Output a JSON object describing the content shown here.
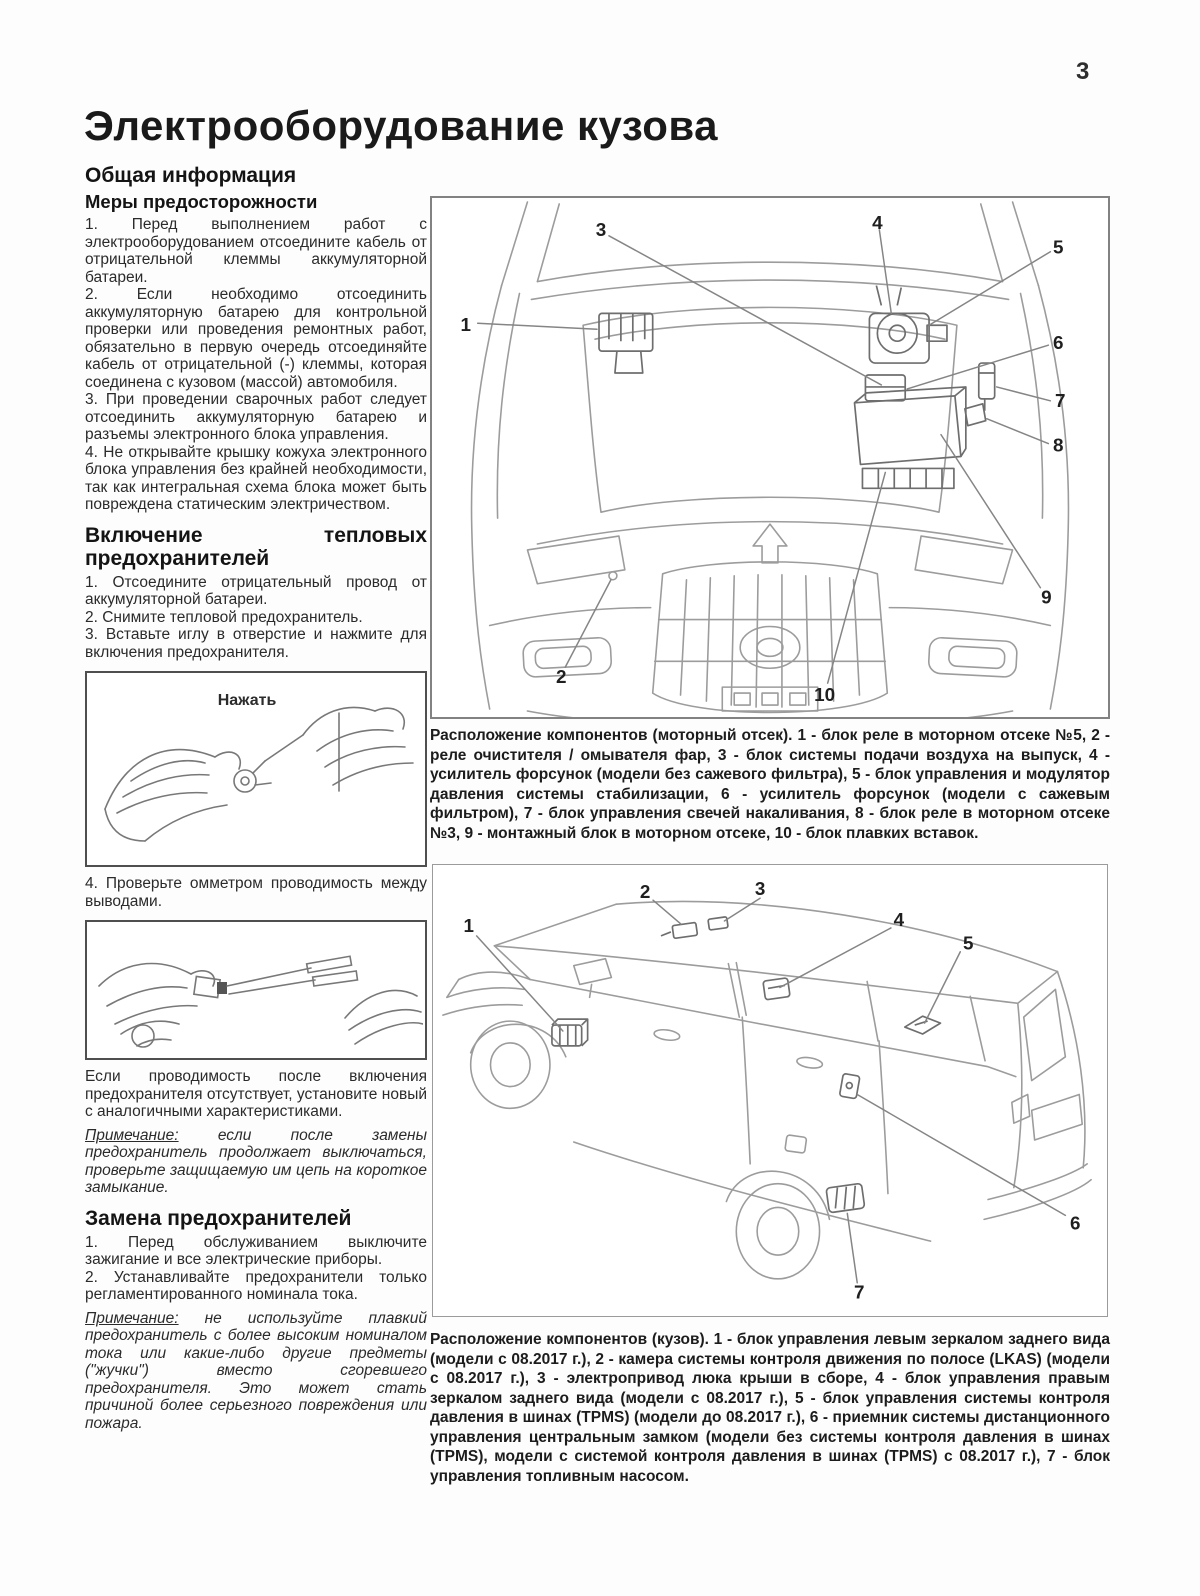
{
  "page_number": "3",
  "title": "Электрооборудование кузова",
  "left_column": {
    "general_heading": "Общая информация",
    "precautions_heading": "Меры предосторожности",
    "precautions": [
      "1. Перед выполнением работ с электрооборудованием отсоедините кабель от отрицательной клеммы аккумуляторной батареи.",
      "2. Если необходимо отсоединить аккумуляторную батарею для контрольной проверки или проведения ремонтных работ, обязательно в первую очередь отсоединяйте кабель от отрицательной (-) клеммы, которая соединена с кузовом (массой) автомобиля.",
      "3. При проведении сварочных работ следует отсоединить аккумуляторную батарею и разъемы электронного блока управления.",
      "4. Не открывайте крышку кожуха электронного блока управления без крайней необходимости, так как интегральная схема блока может быть повреждена статическим электричеством."
    ],
    "thermal_heading": "Включение тепловых предохранителей",
    "thermal_steps": [
      "1. Отсоедините отрицательный провод от аккумуляторной батареи.",
      "2. Снимите тепловой предохранитель.",
      "3. Вставьте иглу в отверстие и нажмите для включения предохранителя."
    ],
    "press_label": "Нажать",
    "step4": "4. Проверьте омметром проводимость между выводами.",
    "conductivity_text": "Если проводимость после включения предохранителя отсутствует, установите новый с аналогичными характеристиками.",
    "note1_label": "Примечание:",
    "note1_text": " если после замены предохранитель продолжает выключаться, проверьте защищаемую им цепь на короткое замыкание.",
    "replace_heading": "Замена предохранителей",
    "fuse_steps": [
      "1. Перед обслуживанием выключите зажигание и все электрические приборы.",
      "2. Устанавливайте предохранители только регламентированного номинала тока."
    ],
    "note2_label": "Примечание:",
    "note2_text": " не используйте плавкий предохранитель с более высоким номиналом тока или какие-либо другие предметы (\"жучки\") вместо сгоревшего предохранителя. Это может стать причиной более серьезного повреждения или пожара."
  },
  "figure1": {
    "caption": "Расположение компонентов (моторный отсек). 1 - блок реле в моторном отсеке №5, 2 - реле очистителя / омывателя фар, 3 - блок системы подачи воздуха на выпуск, 4 - усилитель форсунок (модели без сажевого фильтра), 5 - блок управления и модулятор давления системы стабилизации, 6 - усилитель форсунок (модели с сажевым фильтром), 7 - блок управления свечей накаливания, 8 - блок реле в моторном отсеке №3, 9 - монтажный блок в моторном отсеке, 10 - блок плавких вставок.",
    "callouts": [
      "1",
      "2",
      "3",
      "4",
      "5",
      "6",
      "7",
      "8",
      "9",
      "10"
    ]
  },
  "figure2": {
    "caption": "Расположение компонентов (кузов). 1 - блок управления левым зеркалом заднего вида (модели с 08.2017 г.), 2 - камера системы контроля движения по полосе (LKAS) (модели с 08.2017 г.), 3 - электропривод люка крыши в сборе, 4 - блок управления правым зеркалом заднего вида (модели с 08.2017 г.), 5 - блок управления системы контроля давления в шинах (TPMS) (модели до 08.2017 г.), 6 - приемник системы дистанционного управления центральным замком (модели без системы контроля давления в шинах (TPMS), модели с системой контроля давления в шинах (TPMS) с 08.2017 г.), 7 - блок управления топливным насосом.",
    "callouts": [
      "1",
      "2",
      "3",
      "4",
      "5",
      "6",
      "7"
    ]
  }
}
